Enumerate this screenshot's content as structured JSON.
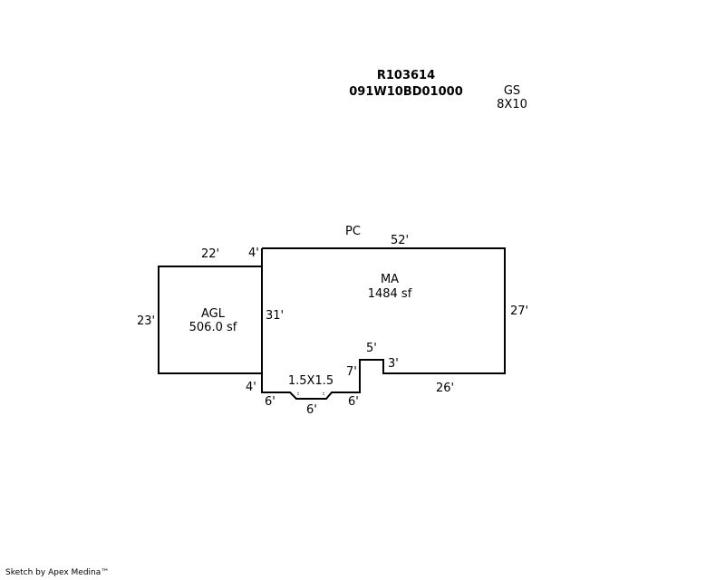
{
  "header": {
    "parcel_id": "R103614",
    "map_number": "091W10BD01000"
  },
  "outbuilding": {
    "code": "GS",
    "size": "8X10"
  },
  "areas": {
    "porch_label": "PC",
    "main": {
      "code": "MA",
      "area": "1484 sf"
    },
    "garage": {
      "code": "AGL",
      "area": "506.0 sf"
    },
    "bay": {
      "size": "1.5X1.5"
    }
  },
  "dimensions": {
    "agl_top": "22'",
    "agl_left": "23'",
    "ma_top_offset": "4'",
    "ma_top": "52'",
    "ma_left": "31'",
    "ma_right": "27'",
    "ma_bottom_offset": "4'",
    "bottom_seg_1": "6'",
    "bottom_seg_2": "6'",
    "bottom_seg_3": "6'",
    "notch_left": "7'",
    "notch_top": "5'",
    "notch_right": "3'",
    "ma_bottom_right": "26'"
  },
  "footer": {
    "credit": "Sketch by Apex Medina™"
  }
}
